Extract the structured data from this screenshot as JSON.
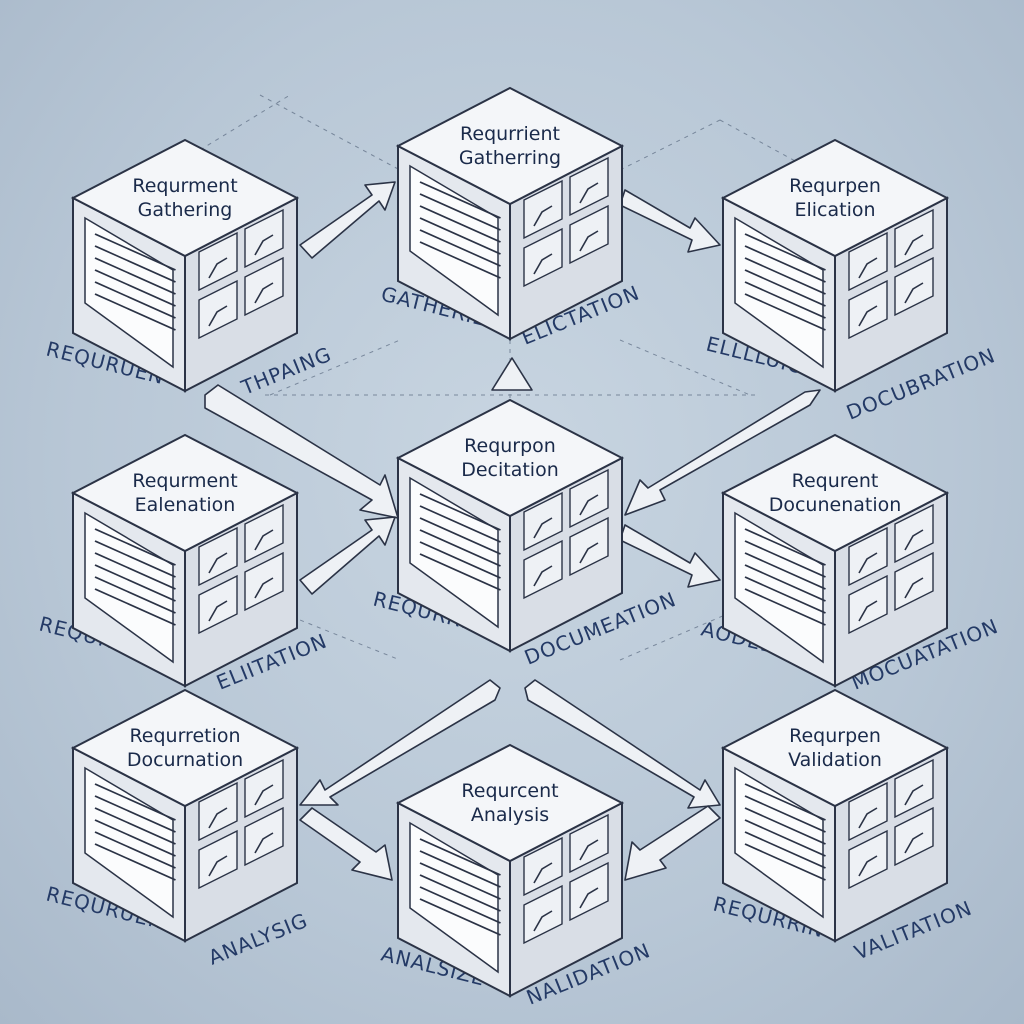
{
  "cubes": [
    {
      "id": "c1",
      "line1": "Requrment",
      "line2": "Gathering"
    },
    {
      "id": "c2",
      "line1": "Requrrient",
      "line2": "Gatherring"
    },
    {
      "id": "c3",
      "line1": "Requrpen",
      "line2": "Elication"
    },
    {
      "id": "c4",
      "line1": "Requrment",
      "line2": "Ealenation"
    },
    {
      "id": "c5",
      "line1": "Requrpon",
      "line2": "Decitation"
    },
    {
      "id": "c6",
      "line1": "Requrent",
      "line2": "Docunenation"
    },
    {
      "id": "c7",
      "line1": "Requrretion",
      "line2": "Docurnation"
    },
    {
      "id": "c8",
      "line1": "Requrcent",
      "line2": "Analysis"
    },
    {
      "id": "c9",
      "line1": "Requrpen",
      "line2": "Validation"
    }
  ],
  "floor_labels": [
    "REQURUEN",
    "THPAING",
    "GATHERIEN",
    "ELICTATION",
    "ELLLLUIC",
    "DOCUBRATION",
    "REQURRON",
    "ELIITATION",
    "REQURRIN",
    "DOCUMEATION",
    "AODELING",
    "MOCUATATION",
    "REQURUEN",
    "ANALYSIG",
    "ANALSIZE",
    "NALIDATION",
    "REQURRIN",
    "VALITATION"
  ],
  "colors": {
    "cube_face": "#f4f6f9",
    "cube_left": "#e4e8ee",
    "cube_right": "#d9dee6",
    "outline": "#2b3346",
    "text": "#1a2a4a",
    "floor_text": "#243a66",
    "arrow": "#eef1f5"
  }
}
